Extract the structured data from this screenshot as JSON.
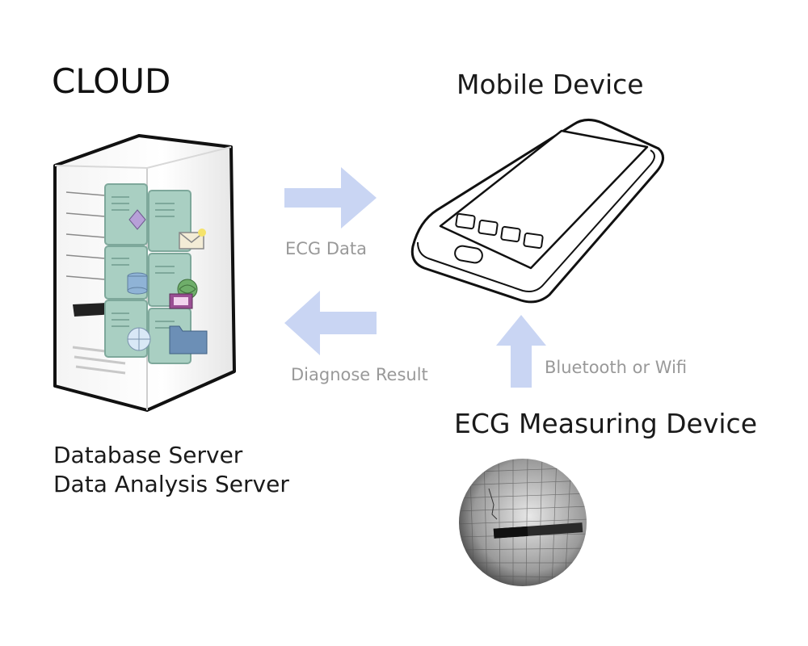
{
  "cloud": {
    "title": "CLOUD",
    "server_line1": "Database Server",
    "server_line2": "Data Analysis Server"
  },
  "mobile": {
    "title": "Mobile Device"
  },
  "ecg_device": {
    "title": "ECG Measuring Device"
  },
  "arrows": {
    "ecg_data": "ECG Data",
    "diagnose_result": "Diagnose Result",
    "bluetooth_wifi": "Bluetooth or Wifi"
  },
  "colors": {
    "arrow": "#c9d5f3",
    "arrow_label": "#999999",
    "server_green": "#a9cfc2",
    "server_dark": "#7ea89b"
  }
}
